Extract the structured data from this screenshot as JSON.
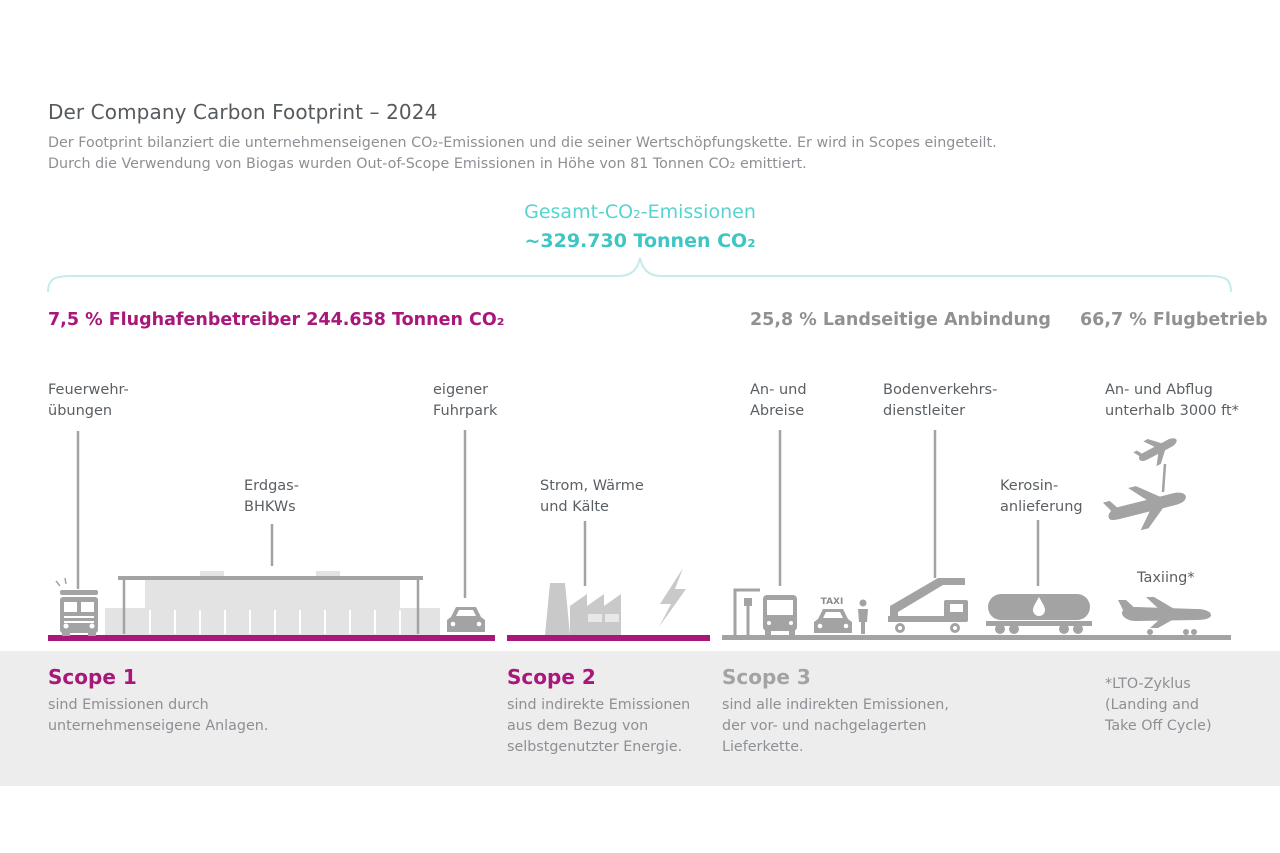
{
  "header": {
    "title": "Der Company Carbon Footprint – 2024",
    "intro_line1": "Der Footprint bilanziert die unternehmenseigenen CO₂-Emissionen und die seiner Wertschöpfungskette. Er wird in Scopes eingeteilt.",
    "intro_line2": "Durch die Verwendung von Biogas wurden Out-of-Scope Emissionen in Höhe von 81 Tonnen CO₂ emittiert."
  },
  "total": {
    "label": "Gesamt-CO₂-Emissionen",
    "value": "~329.730 Tonnen CO₂"
  },
  "categories": {
    "operator": "7,5 % Flughafenbetreiber 244.658 Tonnen CO₂",
    "landside": "25,8 % Landseitige Anbindung",
    "flight": "66,7 % Flugbetrieb"
  },
  "labels": {
    "fire_1": "Feuerwehr-",
    "fire_2": "übungen",
    "chp_1": "Erdgas-",
    "chp_2": "BHKWs",
    "fleet_1": "eigener",
    "fleet_2": "Fuhrpark",
    "energy_1": "Strom, Wärme",
    "energy_2": "und Kälte",
    "travel_1": "An- und",
    "travel_2": "Abreise",
    "ground_1": "Bodenverkehrs-",
    "ground_2": "dienstleiter",
    "kerosene_1": "Kerosin-",
    "kerosene_2": "anlieferung",
    "lto_1": "An- und Abflug",
    "lto_2": "unterhalb 3000 ft*",
    "taxiing": "Taxiing*",
    "taxi_sign": "TAXI"
  },
  "scopes": [
    {
      "name": "Scope 1",
      "desc_1": "sind Emissionen durch",
      "desc_2": "unternehmenseigene Anlagen.",
      "desc_3": ""
    },
    {
      "name": "Scope 2",
      "desc_1": "sind indirekte Emissionen",
      "desc_2": "aus dem Bezug von",
      "desc_3": "selbstgenutzter Energie."
    },
    {
      "name": "Scope 3",
      "desc_1": "sind alle indirekten Emissionen,",
      "desc_2": "der vor- und nachgelagerten",
      "desc_3": "Lieferkette."
    }
  ],
  "footnote": {
    "line1": "*LTO-Zyklus",
    "line2": "(Landing and",
    "line3": "Take Off Cycle)"
  },
  "colors": {
    "scope1": "#a8177a",
    "scope2": "#a8177a",
    "scope3": "#a3a3a3",
    "total": "#3ec6c3",
    "icon": "#a3a3a3",
    "band": "#ededed"
  }
}
